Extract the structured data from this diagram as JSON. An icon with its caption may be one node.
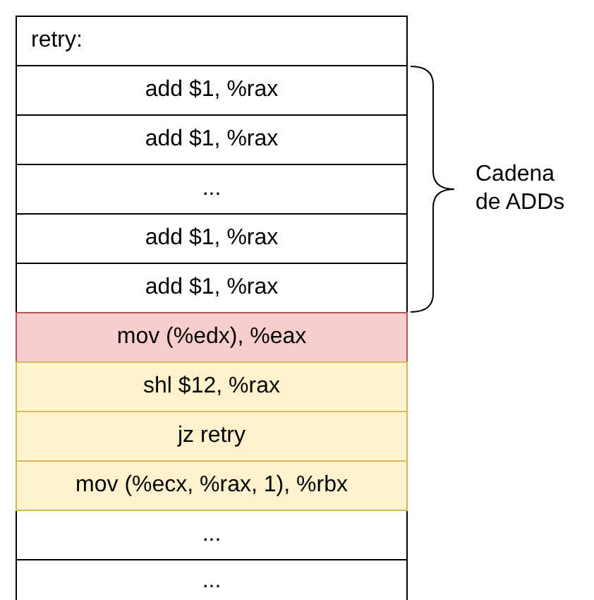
{
  "diagram": {
    "nodes": [
      {
        "text": [
          "retry:"
        ]
      },
      {
        "text": [
          "add $1, %rax"
        ]
      },
      {
        "text": [
          "add $1, %rax"
        ]
      },
      {
        "text": [
          "..."
        ]
      },
      {
        "text": [
          "add $1, %rax"
        ]
      },
      {
        "text": [
          "add $1, %rax"
        ]
      },
      {
        "text": [
          "mov (%edx), %eax"
        ]
      },
      {
        "text": [
          "shl $12, %rax"
        ]
      },
      {
        "text": [
          "jz retry"
        ]
      },
      {
        "text": [
          "mov (%ecx, %rax, 1), %rbx"
        ]
      },
      {
        "text": [
          "..."
        ]
      },
      {
        "text": [
          "..."
        ]
      }
    ],
    "labels": [
      "Cadena de ADDs"
    ]
  }
}
